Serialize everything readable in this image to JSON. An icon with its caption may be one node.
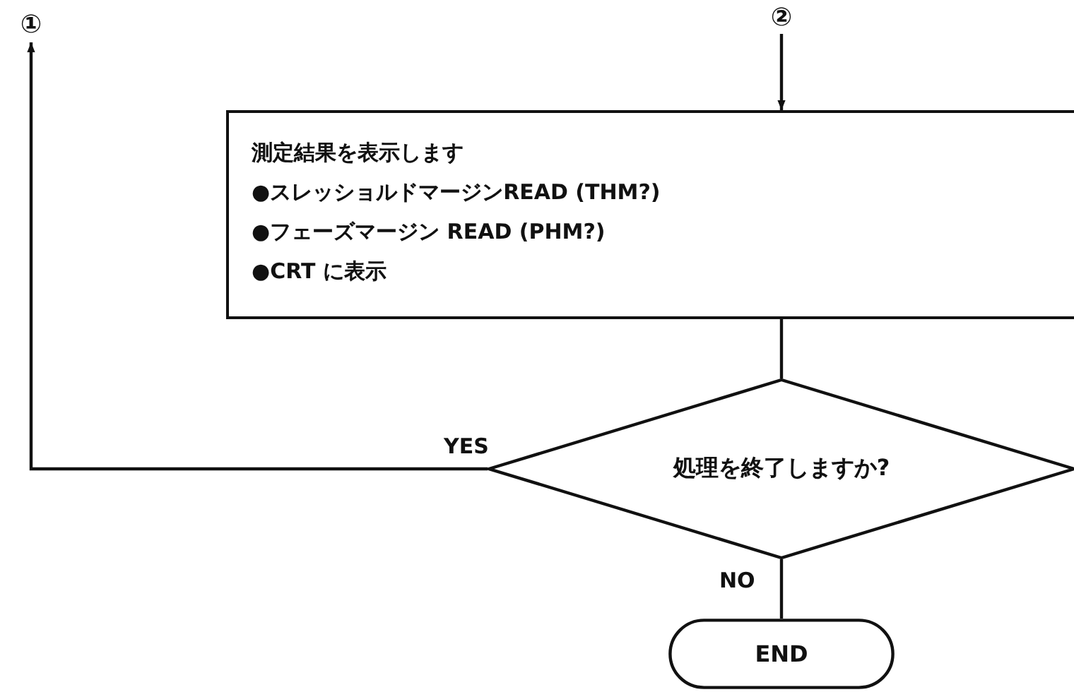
{
  "diagram": {
    "nodes": [
      {
        "text": [
          "①"
        ]
      },
      {
        "text": [
          "②"
        ]
      },
      {
        "text": [
          "測定結果を表示します",
          "●スレッショルドマージンREAD (THM?)",
          "●フェーズマージン READ (PHM?)",
          "●CRT に表示"
        ]
      },
      {
        "text": [
          "処理を終了しますか?"
        ]
      },
      {
        "text": [
          "END"
        ]
      }
    ],
    "edges": [
      {
        "from": 1,
        "to": 2,
        "arrow": "to"
      },
      {
        "from": 2,
        "to": 3,
        "arrow": "none"
      },
      {
        "from": 3,
        "to": 0,
        "arrow": "to",
        "label": "YES"
      },
      {
        "from": 3,
        "to": 4,
        "arrow": "none",
        "label": "NO"
      }
    ]
  }
}
